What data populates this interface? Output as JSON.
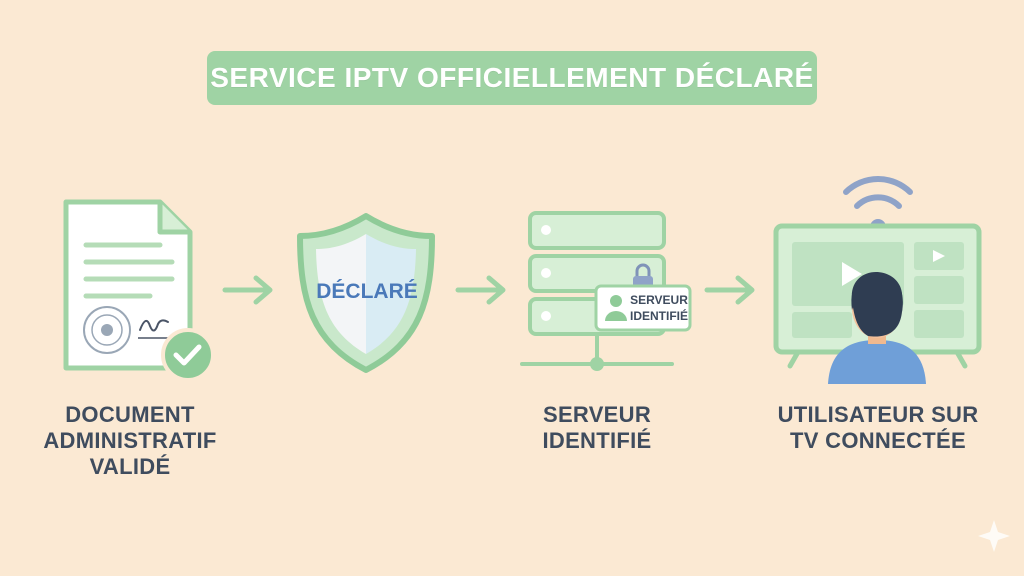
{
  "title": "SERVICE IPTV OFFICIELLEMENT DÉCLARÉ",
  "steps": [
    {
      "label_lines": [
        "DOCUMENT",
        "ADMINISTRATIF",
        "VALIDÉ"
      ],
      "icon": "document-check-icon"
    },
    {
      "badge": "DÉCLARÉ",
      "icon": "shield-icon"
    },
    {
      "label_lines": [
        "SERVEUR",
        "IDENTIFIÉ"
      ],
      "tag_lines": [
        "SERVEUR",
        "IDENTIFIÉ"
      ],
      "icon": "server-icon"
    },
    {
      "label_lines": [
        "UTILISATEUR SUR",
        "TV CONNECTÉE"
      ],
      "icon": "smart-tv-user-icon"
    }
  ],
  "colors": {
    "background": "#fbe9d3",
    "green": "#9fd3a4",
    "dark_green": "#7fc089",
    "light_green": "#d7efd6",
    "blue_text": "#4a79b9",
    "text": "#3f4c5e"
  }
}
